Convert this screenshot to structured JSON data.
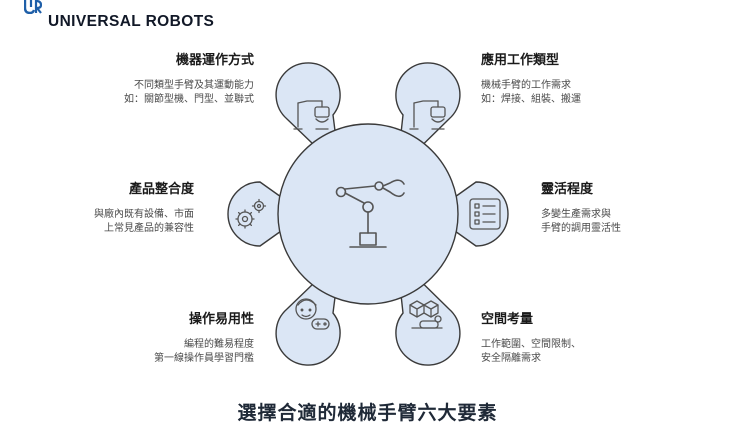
{
  "brand": {
    "name": "UNIVERSAL ROBOTS",
    "logo_icon": "ur-logo-icon",
    "color": "#1f5fa8"
  },
  "colors": {
    "petal_fill": "#dbe6f5",
    "petal_stroke": "#3a3a3a",
    "icon_stroke": "#555555"
  },
  "center": {
    "icon": "robot-arm-icon"
  },
  "factors": [
    {
      "id": "operation",
      "title": "機器運作方式",
      "desc": [
        "不同類型手臂及其運動能力",
        "如：關節型機、門型、並聯式"
      ],
      "icon": "robot-arm-station-icon"
    },
    {
      "id": "application",
      "title": "應用工作類型",
      "desc": [
        "機械手臂的工作需求",
        "如：焊接、組裝、搬運"
      ],
      "icon": "robot-arm-station-icon"
    },
    {
      "id": "flexibility",
      "title": "靈活程度",
      "desc": [
        "多變生產需求與",
        "手臂的調用靈活性"
      ],
      "icon": "checklist-icon"
    },
    {
      "id": "space",
      "title": "空間考量",
      "desc": [
        "工作範圍、空間限制、",
        "安全隔離需求"
      ],
      "icon": "boxes-robot-icon"
    },
    {
      "id": "usability",
      "title": "操作易用性",
      "desc": [
        "編程的難易程度",
        "第一線操作員學習門檻"
      ],
      "icon": "operator-gamepad-icon"
    },
    {
      "id": "compatibility",
      "title": "產品整合度",
      "desc": [
        "與廠內既有設備、市面",
        "上常見產品的兼容性"
      ],
      "icon": "gears-icon"
    }
  ],
  "title": "選擇合適的機械手臂六大要素"
}
